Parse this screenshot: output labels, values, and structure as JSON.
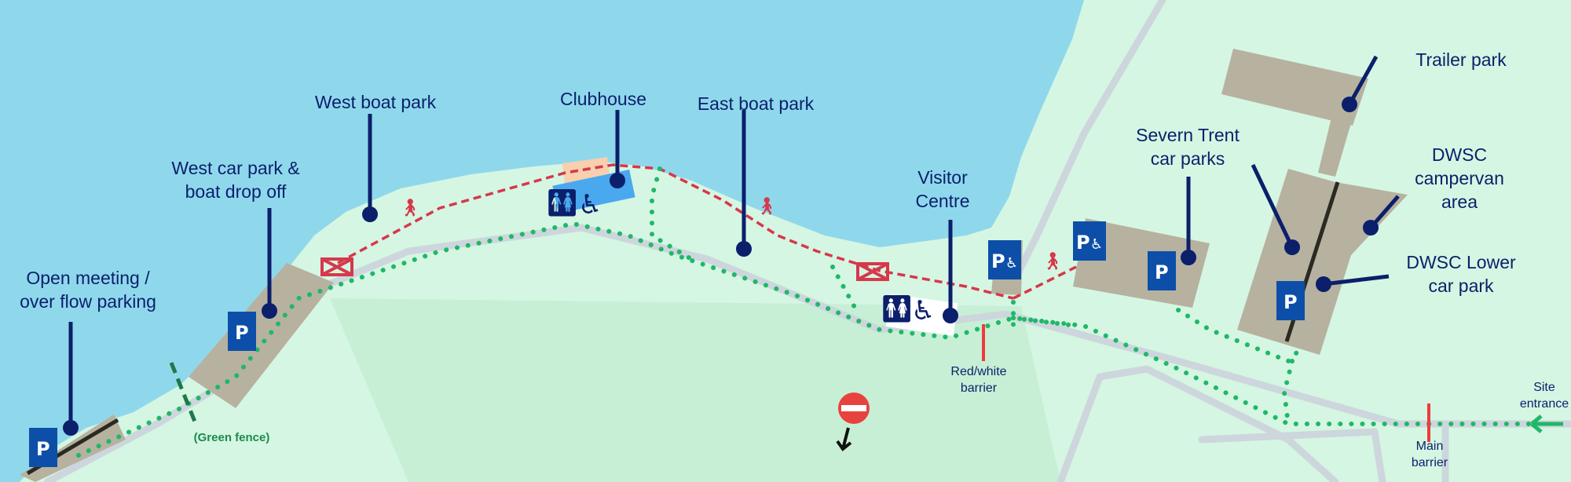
{
  "map": {
    "colors": {
      "water": "#8fd8ec",
      "land": "#d5f6e2",
      "land_dark": "#c7efd6",
      "car_park": "#b6b29f",
      "label": "#0b1f6b",
      "parking_sign": "#0d4fa8",
      "walking_route": "#1fb868",
      "footpath": "#d6384c"
    },
    "labels": {
      "open_meeting": [
        "Open meeting /",
        "over flow parking"
      ],
      "west_car_park": [
        "West car park &",
        "boat drop off"
      ],
      "west_boat_park": "West boat park",
      "clubhouse": "Clubhouse",
      "east_boat_park": "East boat park",
      "visitor_centre": [
        "Visitor",
        "Centre"
      ],
      "severn_trent": [
        "Severn Trent",
        "car parks"
      ],
      "trailer_park": "Trailer park",
      "dwsc_campervan": [
        "DWSC",
        "campervan",
        "area"
      ],
      "dwsc_lower": [
        "DWSC Lower",
        "car park"
      ],
      "green_fence": "(Green fence)",
      "red_white_barrier": [
        "Red/white",
        "barrier"
      ],
      "main_barrier": [
        "Main",
        "barrier"
      ],
      "site_entrance": [
        "Site",
        "entrance"
      ]
    },
    "parking_sign": "P",
    "icons": [
      "parking-icon",
      "accessible-parking-icon",
      "toilets-icon",
      "wheelchair-icon",
      "pedestrian-icon",
      "gate-icon",
      "no-entry-icon",
      "arrow-icon"
    ]
  }
}
